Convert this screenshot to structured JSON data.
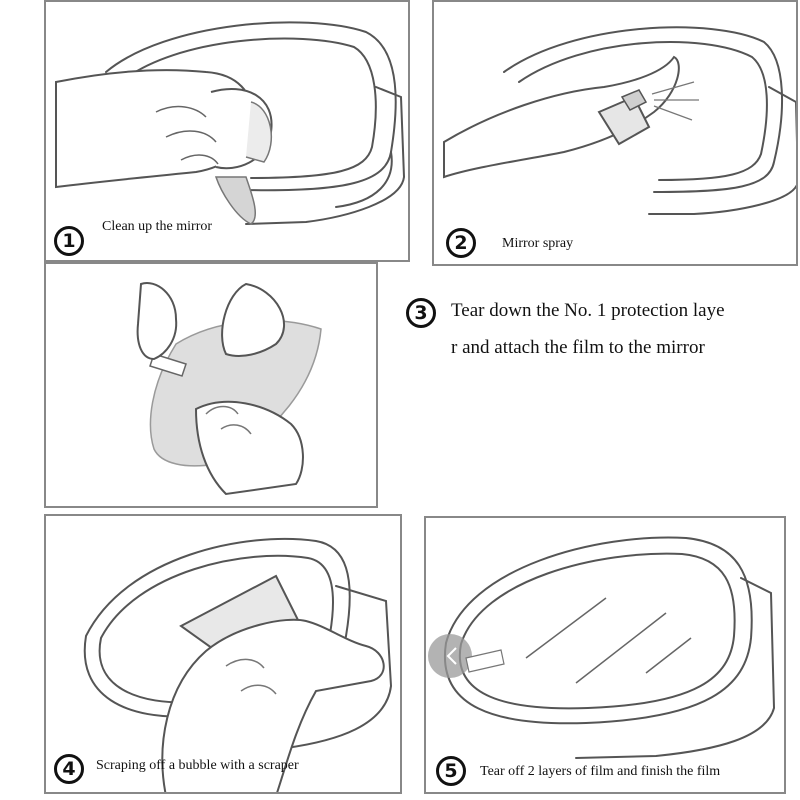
{
  "steps": [
    {
      "number": "1",
      "caption": "Clean up the mirror"
    },
    {
      "number": "2",
      "caption": "Mirror spray"
    },
    {
      "number": "3",
      "caption_line1": "Tear down the No. 1 protection laye",
      "caption_line2": "r and attach the film to the mirror"
    },
    {
      "number": "4",
      "caption": "Scraping off a bubble with a scraper"
    },
    {
      "number": "5",
      "caption": "Tear off 2 layers of film and finish the film"
    }
  ],
  "icons": {
    "step1": "hand-cloth-icon",
    "step2": "spray-bottle-icon",
    "step3": "film-attach-icon",
    "step4": "scraper-icon",
    "step5": "mirror-film-icon"
  }
}
